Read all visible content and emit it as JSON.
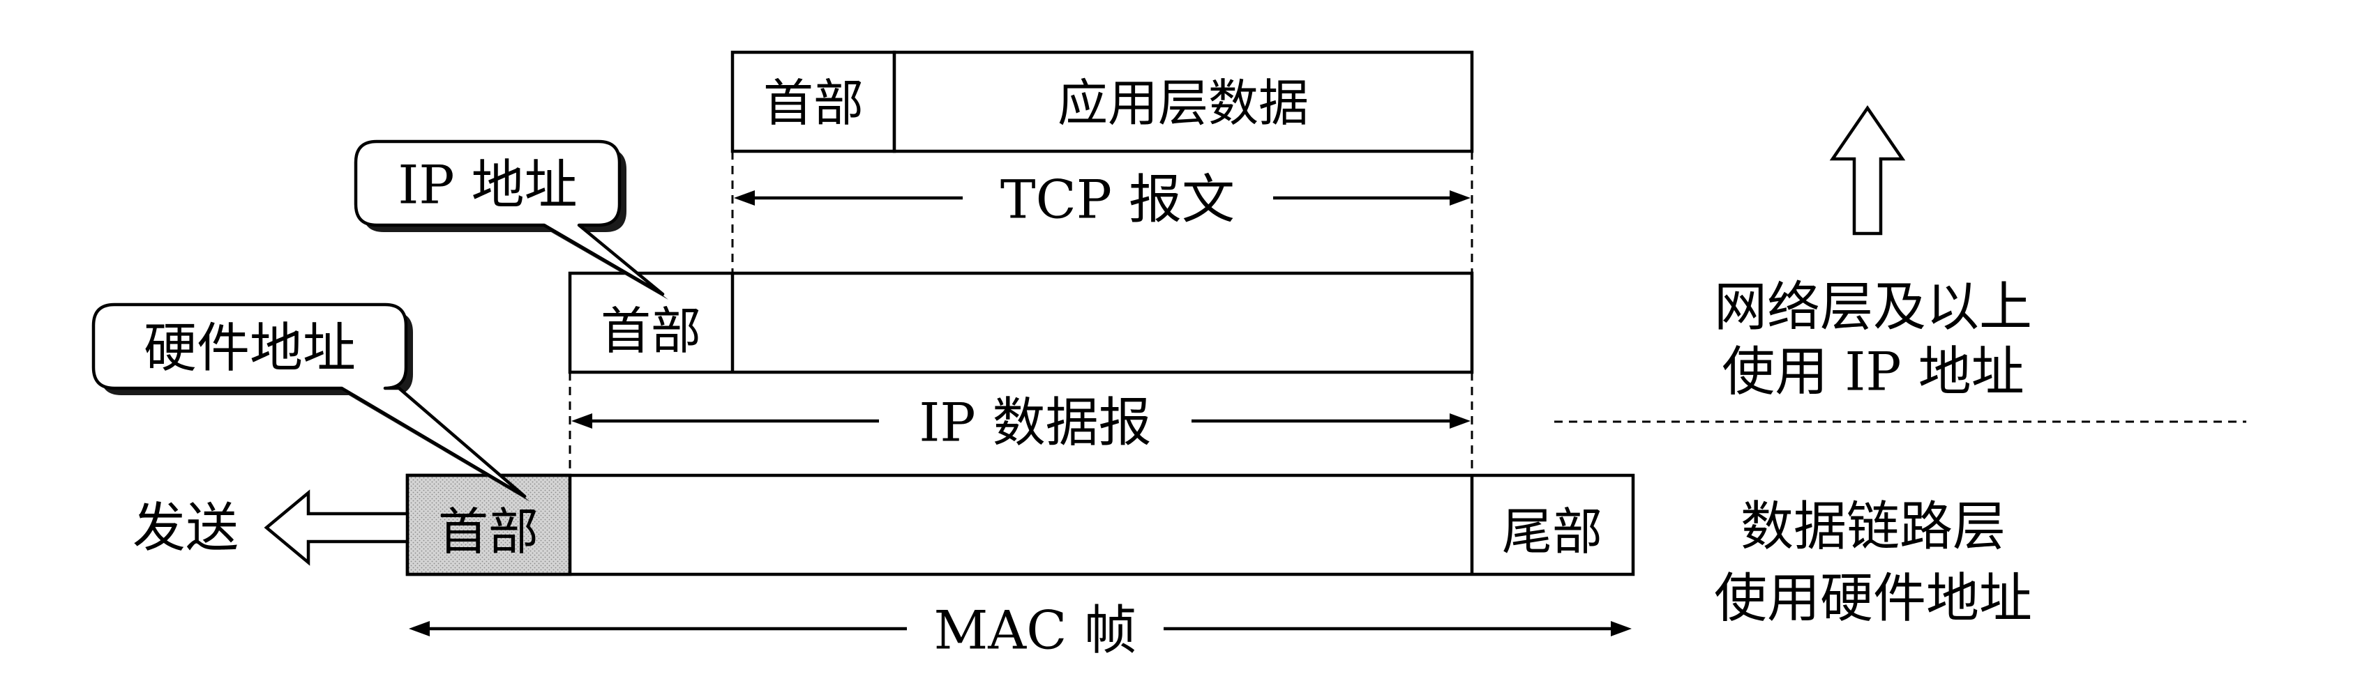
{
  "colors": {
    "line": "#000000",
    "background": "#ffffff",
    "mac_header_fill": "#d4d4d4"
  },
  "tcp_segment": {
    "header_label": "首部",
    "payload_label": "应用层数据",
    "span_label": "TCP 报文"
  },
  "ip_datagram": {
    "header_label": "首部",
    "span_label": "IP 数据报",
    "callout_label": "IP 地址"
  },
  "mac_frame": {
    "header_label": "首部",
    "trailer_label": "尾部",
    "span_label": "MAC 帧",
    "callout_label": "硬件地址",
    "send_label": "发送"
  },
  "layers": {
    "upward_icon": "hollow-up-arrow-icon",
    "network_layer_line1": "网络层及以上",
    "network_layer_line2": "使用 IP 地址",
    "datalink_layer_line1": "数据链路层",
    "datalink_layer_line2": "使用硬件地址"
  }
}
